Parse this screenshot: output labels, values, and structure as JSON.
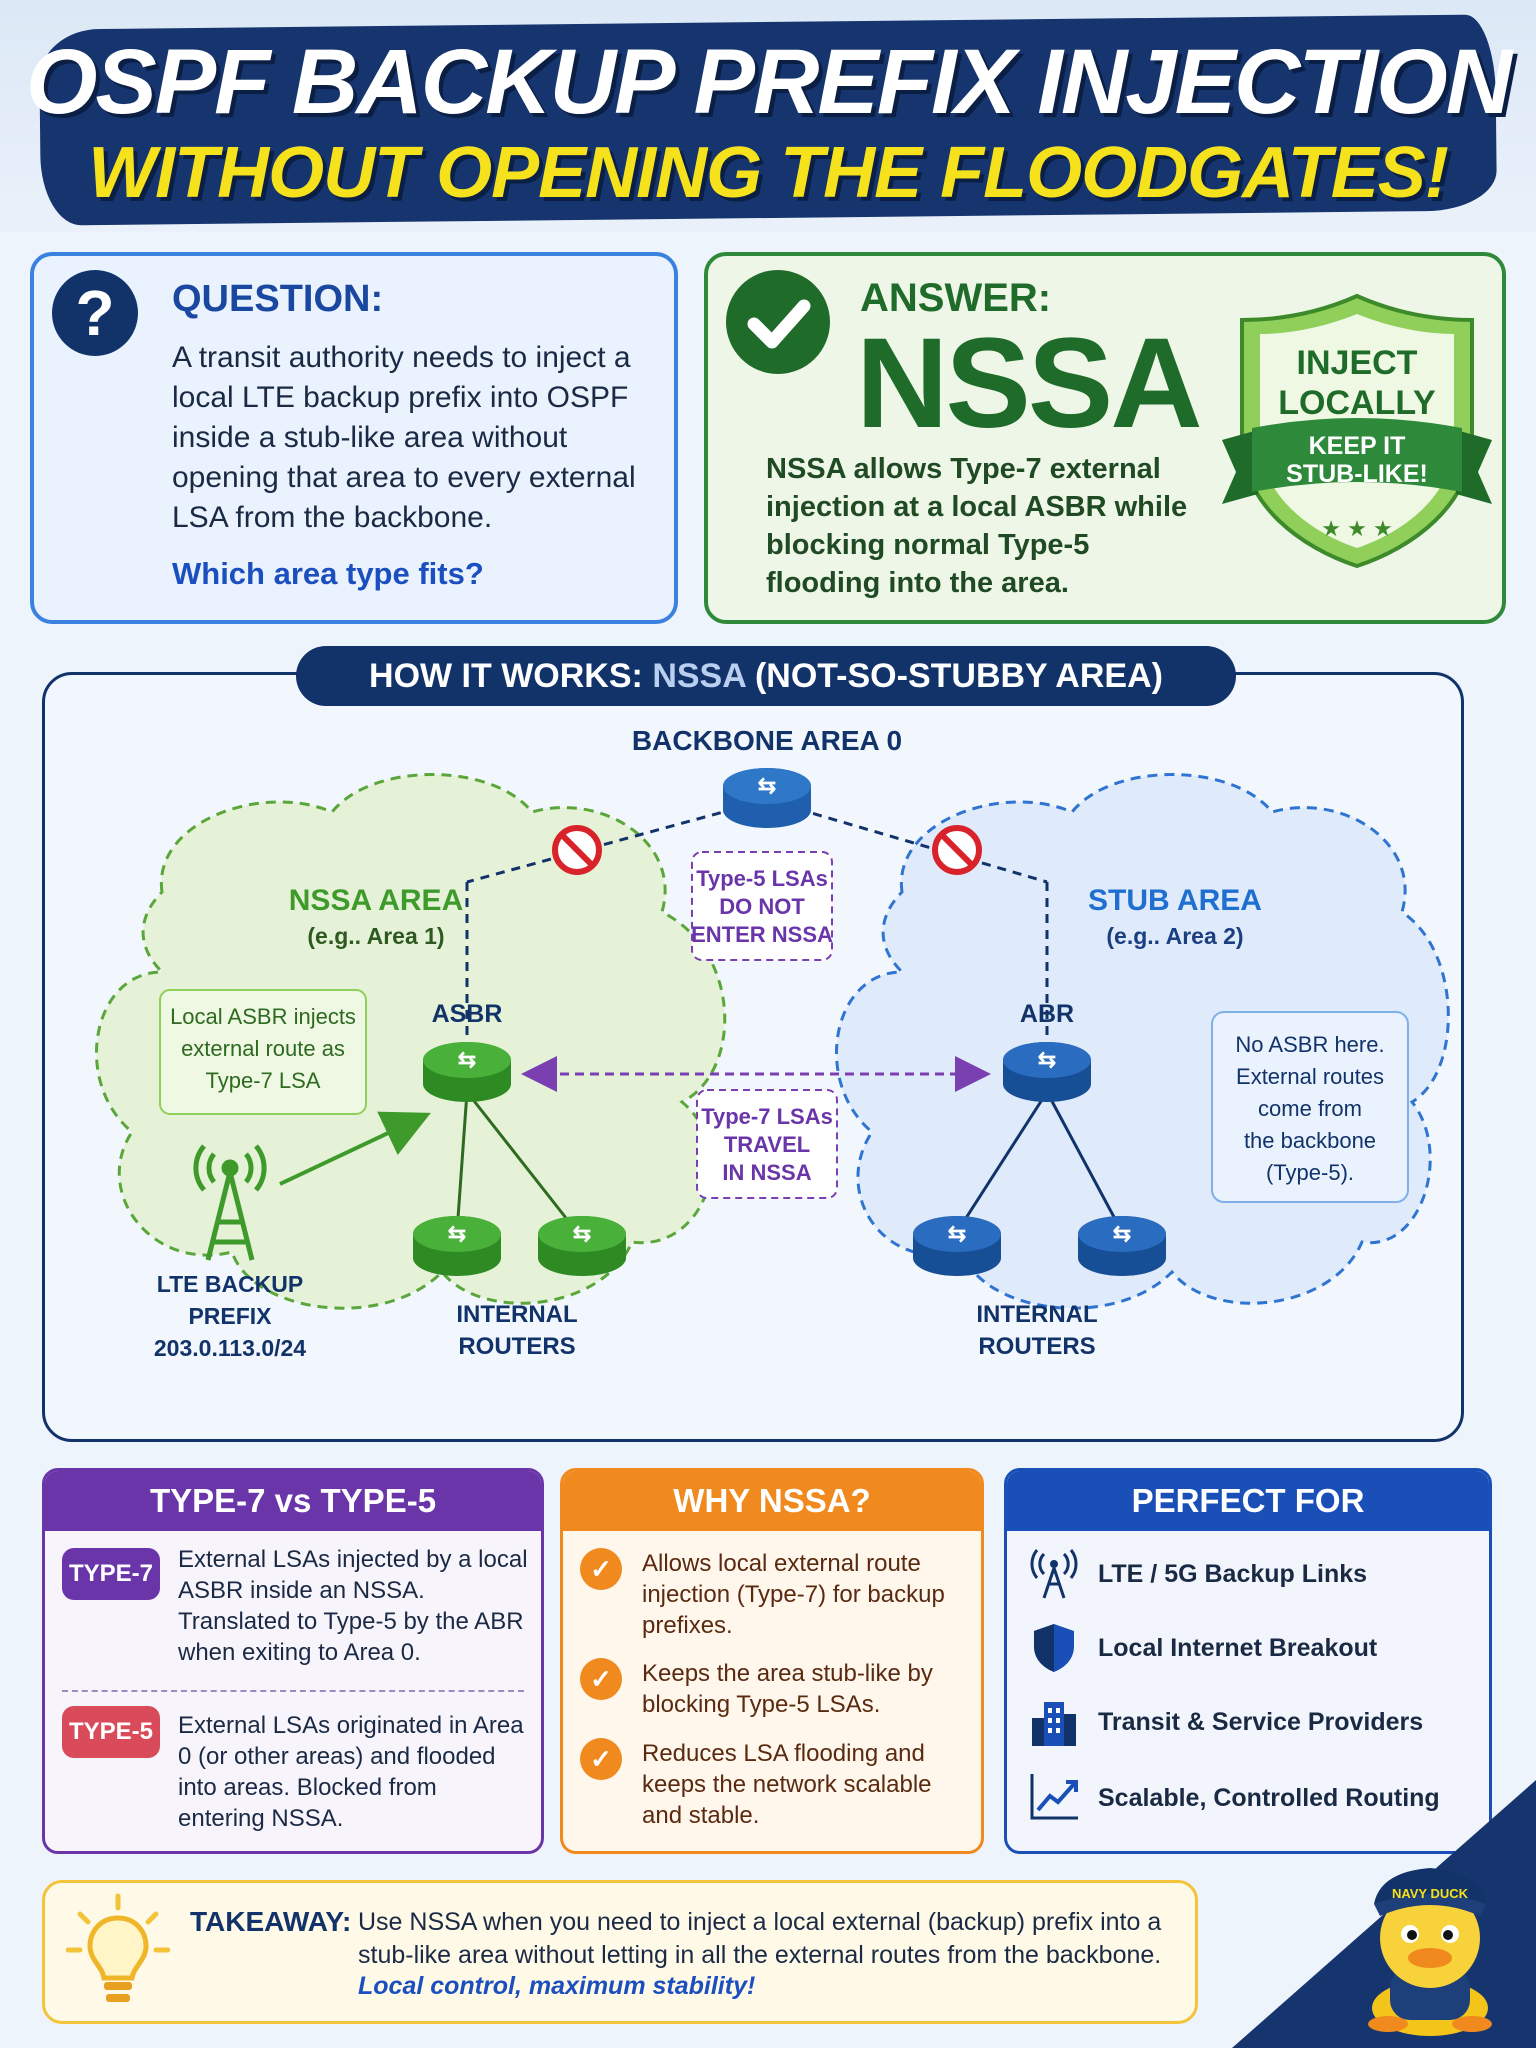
{
  "header": {
    "title": "OSPF BACKUP PREFIX INJECTION",
    "subtitle": "WITHOUT OPENING THE FLOODGATES!"
  },
  "question": {
    "icon": "question-mark-icon",
    "label": "QUESTION:",
    "text": "A transit authority needs to inject a local LTE backup prefix into OSPF inside a stub-like area without opening that area to every external LSA from the backbone.",
    "ask": "Which area type fits?"
  },
  "answer": {
    "icon": "checkmark-icon",
    "label": "ANSWER:",
    "value": "NSSA",
    "text": "NSSA allows Type-7 external injection at a local ASBR while blocking normal Type-5 flooding into the area.",
    "shield_line1": "INJECT",
    "shield_line2": "LOCALLY",
    "ribbon_line1": "KEEP IT",
    "ribbon_line2": "STUB-LIKE!"
  },
  "how": {
    "title_prefix": "HOW IT WORKS:",
    "title_highlight": "NSSA",
    "title_suffix": "(NOT-SO-STUBBY AREA)",
    "backbone": "BACKBONE AREA 0",
    "nssa_area": "NSSA AREA",
    "nssa_example": "(e.g.. Area 1)",
    "stub_area": "STUB AREA",
    "stub_example": "(e.g.. Area 2)",
    "asbr": "ASBR",
    "abr": "ABR",
    "asbr_note": [
      "Local ASBR injects",
      "external route as",
      "Type-7 LSA"
    ],
    "type5_note": [
      "Type-5 LSAs",
      "DO NOT",
      "ENTER NSSA"
    ],
    "type7_note": [
      "Type-7 LSAs",
      "TRAVEL",
      "IN NSSA"
    ],
    "abr_note": [
      "No ASBR here.",
      "External routes",
      "come from",
      "the backbone",
      "(Type-5)."
    ],
    "lte_label": [
      "LTE BACKUP",
      "PREFIX",
      "203.0.113.0/24"
    ],
    "internal_left": [
      "INTERNAL",
      "ROUTERS"
    ],
    "internal_right": [
      "INTERNAL",
      "ROUTERS"
    ],
    "colors": {
      "nssa": "#3f9a2c",
      "stub": "#1f6fd0",
      "purple": "#7a3fb0",
      "block": "#d8232a"
    }
  },
  "cards": {
    "types": {
      "title": "TYPE-7 vs TYPE-5",
      "type7_badge": "TYPE-7",
      "type7_text": "External LSAs injected by a local ASBR inside an NSSA. Translated to Type-5 by the ABR when exiting to Area 0.",
      "type5_badge": "TYPE-5",
      "type5_text": "External LSAs originated in Area 0 (or other areas) and flooded into areas. Blocked from entering NSSA."
    },
    "why": {
      "title": "WHY NSSA?",
      "items": [
        "Allows local external route injection (Type-7) for backup prefixes.",
        "Keeps the area stub-like by blocking Type-5 LSAs.",
        "Reduces LSA flooding and keeps the network scalable and stable."
      ]
    },
    "perfect": {
      "title": "PERFECT FOR",
      "items": [
        {
          "icon": "cell-tower-icon",
          "label": "LTE / 5G Backup Links"
        },
        {
          "icon": "shield-icon",
          "label": "Local Internet Breakout"
        },
        {
          "icon": "buildings-icon",
          "label": "Transit & Service Providers"
        },
        {
          "icon": "trend-chart-icon",
          "label": "Scalable, Controlled Routing"
        }
      ]
    }
  },
  "takeaway": {
    "label": "TAKEAWAY:",
    "text": "Use NSSA when you need to inject a local external (backup) prefix into a stub-like area without letting in all the external routes from the backbone.",
    "emphasis": "Local control, maximum stability!"
  },
  "mascot": {
    "hat_text": "NAVY DUCK"
  }
}
